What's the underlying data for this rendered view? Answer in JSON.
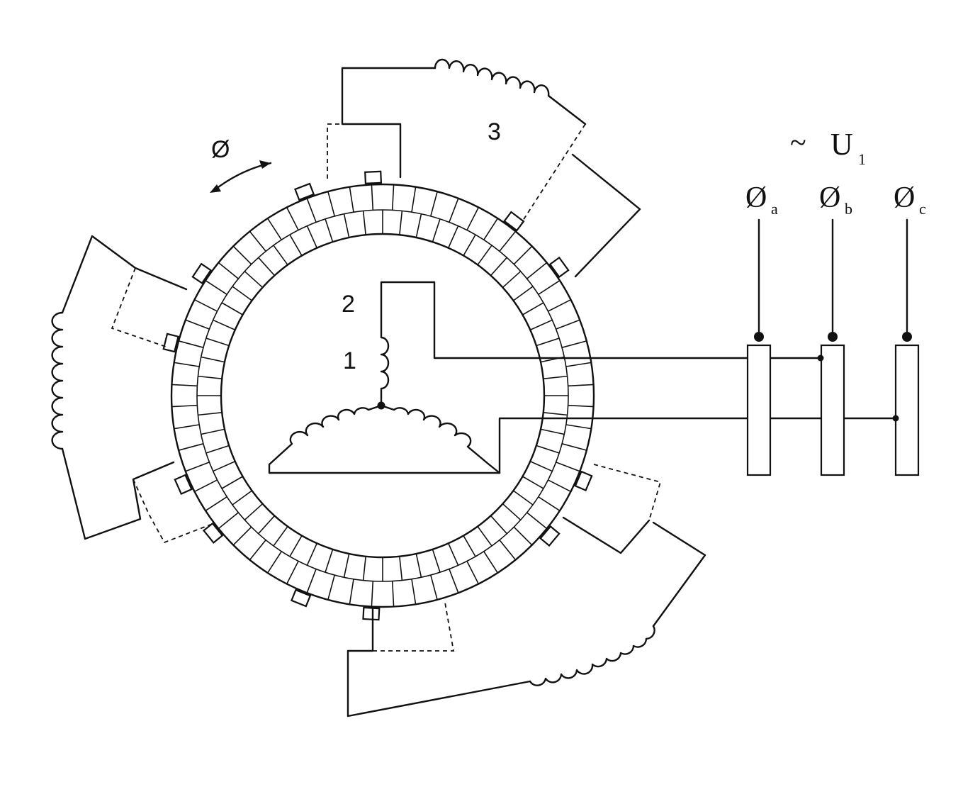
{
  "labels": {
    "flux": "Ø",
    "winding_3": "3",
    "winding_2": "2",
    "winding_1": "1",
    "voltage_tilde": "~",
    "voltage_U": "U",
    "voltage_sub": "1",
    "phase_a_symbol": "Ø",
    "phase_a_sub": "a",
    "phase_b_symbol": "Ø",
    "phase_b_sub": "b",
    "phase_c_symbol": "Ø",
    "phase_c_sub": "c"
  },
  "colors": {
    "line": "#111111",
    "background": "#ffffff"
  }
}
